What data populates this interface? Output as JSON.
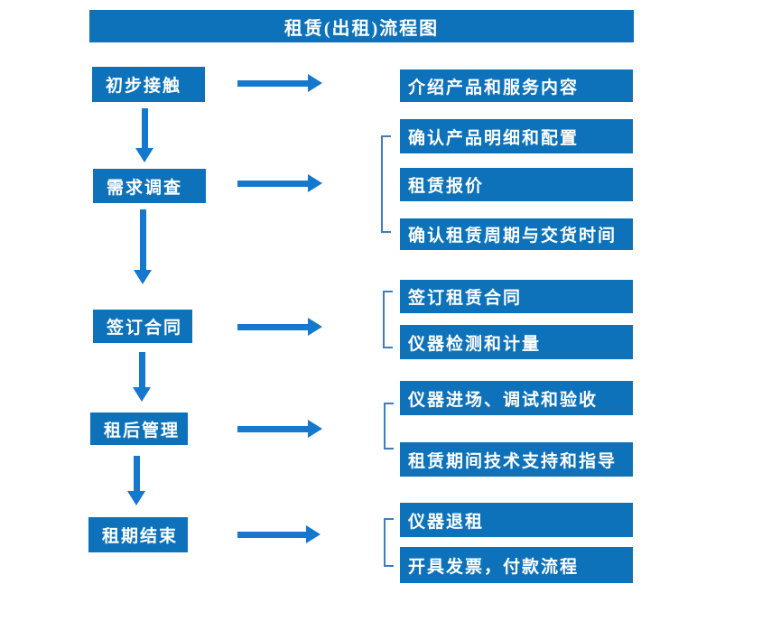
{
  "title": "租赁(出租)流程图",
  "colors": {
    "box_fill": "#0e72ba",
    "arrow": "#1478cf",
    "bracket": "#3d7ebf",
    "text": "#ffffff",
    "background": "#ffffff"
  },
  "steps": [
    {
      "label": "初步接触",
      "substeps": [
        "介绍产品和服务内容"
      ]
    },
    {
      "label": "需求调查",
      "substeps": [
        "确认产品明细和配置",
        "租赁报价",
        "确认租赁周期与交货时间"
      ]
    },
    {
      "label": "签订合同",
      "substeps": [
        "签订租赁合同",
        "仪器检测和计量"
      ]
    },
    {
      "label": "租后管理",
      "substeps": [
        "仪器进场、调试和验收",
        "租赁期间技术支持和指导"
      ]
    },
    {
      "label": "租期结束",
      "substeps": [
        "仪器退租",
        "开具发票，付款流程"
      ]
    }
  ]
}
